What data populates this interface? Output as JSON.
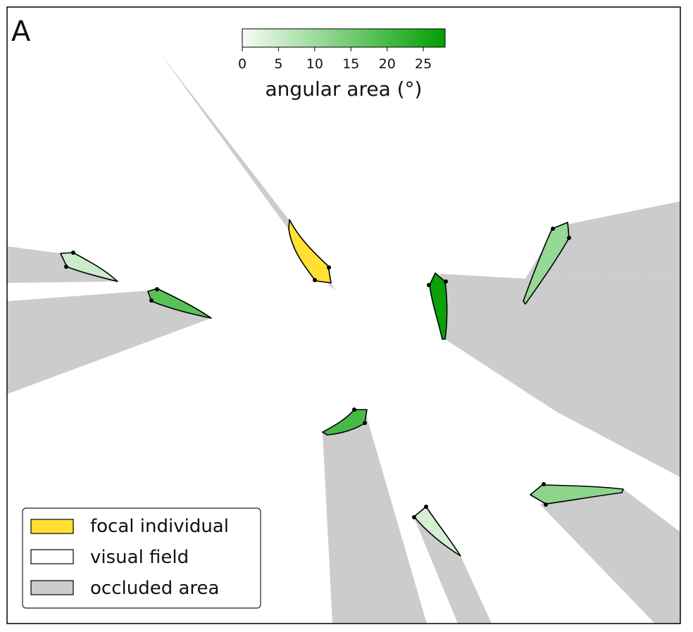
{
  "panel": {
    "label": "A"
  },
  "colorbar": {
    "label": "angular area (°)",
    "ticks": [
      "0",
      "5",
      "10",
      "15",
      "20",
      "25"
    ],
    "min": 0,
    "max": 28,
    "color_low": "#f7fcf5",
    "color_high": "#00a000"
  },
  "legend": {
    "items": [
      {
        "label": "focal individual",
        "color": "#ffe033"
      },
      {
        "label": "visual field",
        "color": "#ffffff"
      },
      {
        "label": "occluded area",
        "color": "#cccccc"
      }
    ]
  },
  "colors": {
    "occluded": "#cccccc",
    "outline": "#000000",
    "focal": "#ffe033"
  },
  "individuals": [
    {
      "id": "focal",
      "role": "focal individual",
      "angular_area": null
    },
    {
      "id": "left-top",
      "role": "neighbor",
      "angular_area": 5
    },
    {
      "id": "left-mid",
      "role": "neighbor",
      "angular_area": 18
    },
    {
      "id": "center-right",
      "role": "neighbor",
      "angular_area": 27
    },
    {
      "id": "right-top",
      "role": "neighbor",
      "angular_area": 11
    },
    {
      "id": "bottom-center",
      "role": "neighbor",
      "angular_area": 20
    },
    {
      "id": "bottom-mid",
      "role": "neighbor",
      "angular_area": 4
    },
    {
      "id": "bottom-right",
      "role": "neighbor",
      "angular_area": 12
    }
  ]
}
